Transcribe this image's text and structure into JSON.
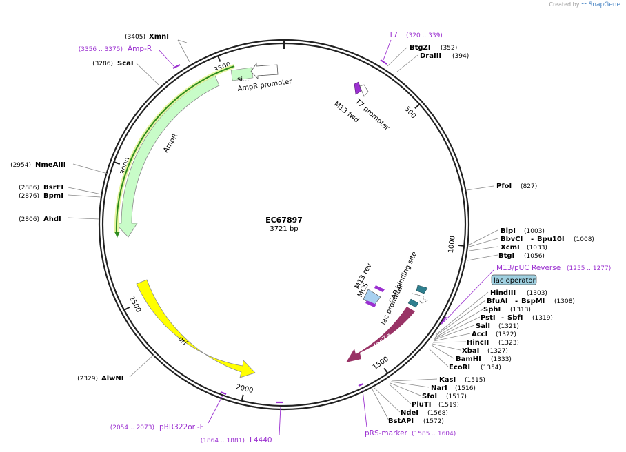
{
  "credit": {
    "prefix": "Created by",
    "brand": "SnapGene"
  },
  "plasmid": {
    "name": "EC67897",
    "size_label": "3721 bp",
    "length": 3721
  },
  "ticks": [
    "500",
    "1000",
    "1500",
    "2000",
    "2500",
    "3000",
    "3500"
  ],
  "enzymes": [
    {
      "name": "XmnI",
      "pos": "(3405)"
    },
    {
      "name": "ScaI",
      "pos": "(3286)"
    },
    {
      "name": "NmeAIII",
      "pos": "(2954)"
    },
    {
      "name": "BsrFI",
      "pos": "(2886)"
    },
    {
      "name": "BpmI",
      "pos": "(2876)"
    },
    {
      "name": "AhdI",
      "pos": "(2806)"
    },
    {
      "name": "AlwNI",
      "pos": "(2329)"
    },
    {
      "name": "BtgZI",
      "pos": "(352)"
    },
    {
      "name": "DraIII",
      "pos": "(394)"
    },
    {
      "name": "PfoI",
      "pos": "(827)"
    },
    {
      "name": "BlpI",
      "pos": "(1003)"
    },
    {
      "name": "BbvCI",
      "name2": "Bpu10I",
      "pos": "(1008)"
    },
    {
      "name": "XcmI",
      "pos": "(1033)"
    },
    {
      "name": "BtgI",
      "pos": "(1056)"
    },
    {
      "name": "HindIII",
      "pos": "(1303)"
    },
    {
      "name": "BfuAI",
      "name2": "BspMI",
      "pos": "(1308)"
    },
    {
      "name": "SphI",
      "pos": "(1313)"
    },
    {
      "name": "PstI",
      "name2": "SbfI",
      "pos": "(1319)"
    },
    {
      "name": "SalI",
      "pos": "(1321)"
    },
    {
      "name": "AccI",
      "pos": "(1322)"
    },
    {
      "name": "HincII",
      "pos": "(1323)"
    },
    {
      "name": "XbaI",
      "pos": "(1327)"
    },
    {
      "name": "BamHI",
      "pos": "(1333)"
    },
    {
      "name": "EcoRI",
      "pos": "(1354)"
    },
    {
      "name": "KasI",
      "pos": "(1515)"
    },
    {
      "name": "NarI",
      "pos": "(1516)"
    },
    {
      "name": "SfoI",
      "pos": "(1517)"
    },
    {
      "name": "PluTI",
      "pos": "(1519)"
    },
    {
      "name": "NdeI",
      "pos": "(1568)"
    },
    {
      "name": "BstAPI",
      "pos": "(1572)"
    }
  ],
  "primers": [
    {
      "name": "Amp-R",
      "range": "(3356 .. 3375)"
    },
    {
      "name": "T7",
      "range": "(320 .. 339)"
    },
    {
      "name": "M13/pUC Reverse",
      "range": "(1255 .. 1277)"
    },
    {
      "name": "pRS-marker",
      "range": "(1585 .. 1604)"
    },
    {
      "name": "L4440",
      "range": "(1864 .. 1881)"
    },
    {
      "name": "pBR322ori-F",
      "range": "(2054 .. 2073)"
    }
  ],
  "features": {
    "ampr_promoter": "AmpR promoter",
    "signal": "si...",
    "ampr": "AmpR",
    "ori": "ori",
    "m13_fwd": "M13 fwd",
    "t7_promoter": "T7 promoter",
    "m13_rev": "M13 rev",
    "mcs": "MCS",
    "cap_site": "CAP binding site",
    "lac_promoter": "lac promoter",
    "lac_operator": "lac operator",
    "lacza": "lacZα"
  },
  "colors": {
    "backbone": "#222222",
    "primer": "#9b30d0",
    "ampr_fill": "#c8fcc8",
    "ampr_stroke": "#8a8a8a",
    "signal_fill": "#2e8b1e",
    "signal_glow": "#e6f5a0",
    "ori_fill": "#ffff00",
    "lacza_fill": "#993366",
    "cap_fill": "#2f7f8f",
    "mcs_fill": "#a8d0f0",
    "operator_fill": "#9fd0e0"
  }
}
